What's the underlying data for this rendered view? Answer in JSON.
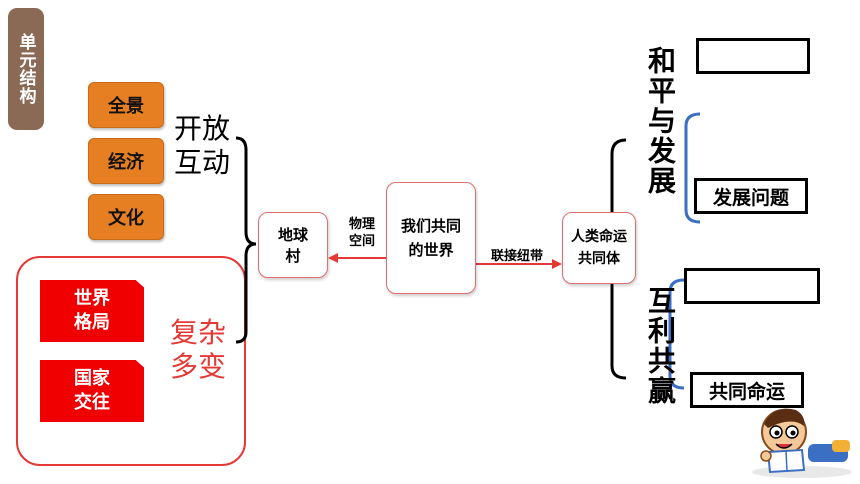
{
  "unit_tag": "单元结构",
  "scope": {
    "items": [
      "全景",
      "经济",
      "文化"
    ],
    "label": "开放互动"
  },
  "challenge": {
    "items": [
      "世界格局",
      "国家交往"
    ],
    "label": "复杂多变"
  },
  "nodes": {
    "village": "地球村",
    "world": "我们共同的世界",
    "community": "人类命运共同体"
  },
  "links": {
    "physical_space": "物理空间",
    "bond": "联接纽带"
  },
  "right": {
    "peace_dev": "和平与发展",
    "peace_blank": "",
    "peace_answer": "发展问题",
    "mutual": "互利共赢",
    "mutual_blank": "",
    "mutual_answer": "共同命运"
  },
  "colors": {
    "orange": "#e67e22",
    "red": "#f00000",
    "blue_bracket": "#3a6fc4",
    "tag": "#8b6a55"
  }
}
